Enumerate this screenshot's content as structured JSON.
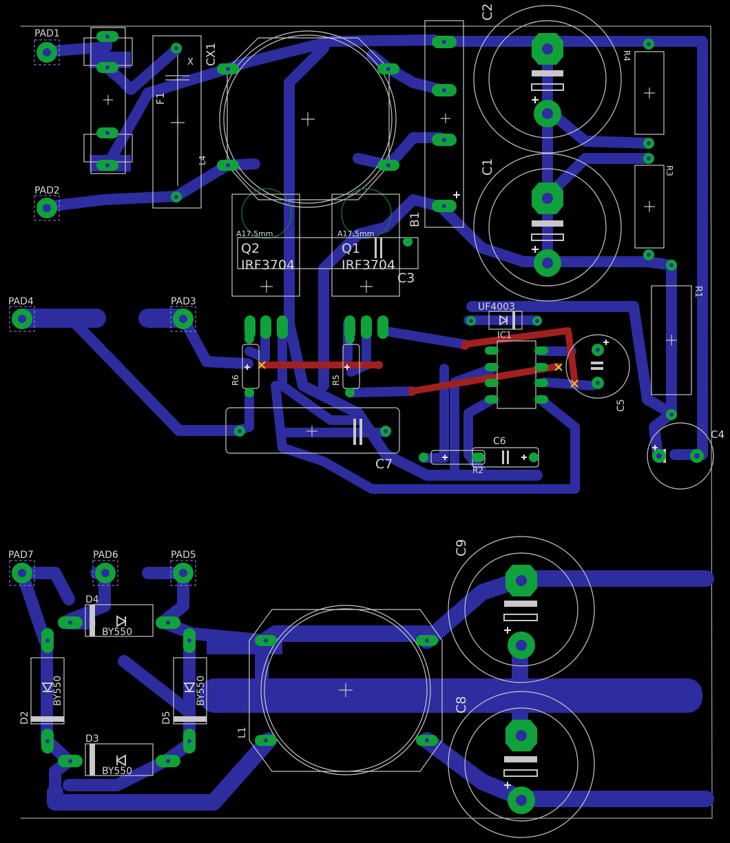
{
  "colors": {
    "background": "#000000",
    "trace_bottom": "#2d2d9f",
    "trace_top": "#a02020",
    "pad": "#10a23a",
    "via_drill": "#10a23a",
    "silk": "#c8c8c8",
    "outline": "#c8c8c8",
    "pad_marker": "#8a8aff"
  },
  "pads": {
    "pad1": "PAD1",
    "pad2": "PAD2",
    "pad3": "PAD3",
    "pad4": "PAD4",
    "pad5": "PAD5",
    "pad6": "PAD6",
    "pad7": "PAD7"
  },
  "components": {
    "f1": "F1",
    "cx1": "CX1",
    "l4": "L4",
    "x": "X",
    "c1": "C1",
    "c2": "C2",
    "c3": "C3",
    "c4": "C4",
    "c5": "C5",
    "c6": "C6",
    "c7": "C7",
    "c8": "C8",
    "c9": "C9",
    "r1": "R1",
    "r2": "R2",
    "r3": "R3",
    "r4": "R4",
    "r5": "R5",
    "r6": "R6",
    "b1": "B1",
    "q1": "Q1",
    "q2": "Q2",
    "q1_part": "IRF3704",
    "q2_part": "IRF3704",
    "heatsink_q1": "A17,5mm",
    "heatsink_q2": "A17,5mm",
    "ic1": "IC1",
    "d1": "UF4003",
    "d2": "D2",
    "d3": "D3",
    "d4": "D4",
    "d5": "D5",
    "d2_part": "BY550",
    "d3_part": "BY550",
    "d4_part": "BY550",
    "d5_part": "BY550",
    "l1": "L1"
  }
}
